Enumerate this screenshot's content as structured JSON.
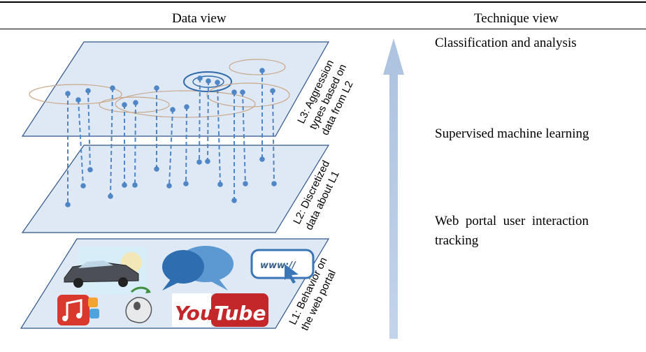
{
  "header": {
    "data_view": "Data view",
    "technique_view": "Technique view"
  },
  "layers": {
    "l3": "L3: Aggression types based on data from L2",
    "l3_lines": [
      "L3: Aggression",
      "types based on",
      "data from L2"
    ],
    "l2": "L2: Discretized data about L1",
    "l2_lines": [
      "L2: Discretized",
      "data about L1"
    ],
    "l1": "L1: Behavior on the web portal",
    "l1_lines": [
      "L1: Behavior on",
      "the web portal"
    ]
  },
  "technique": {
    "classification": "Classification and analysis",
    "supervised": "Supervised machine learning",
    "tracking_line1": "Web  portal  user  interaction",
    "tracking_line2": "tracking"
  },
  "icons": {
    "www_label": "www://",
    "youtube_you": "You",
    "youtube_tube": "Tube"
  },
  "colors": {
    "plane_fill": "#dfe9f6",
    "plane_stroke": "#2f5487",
    "dot": "#4f86c6",
    "arrow": "#b9cbe2"
  }
}
